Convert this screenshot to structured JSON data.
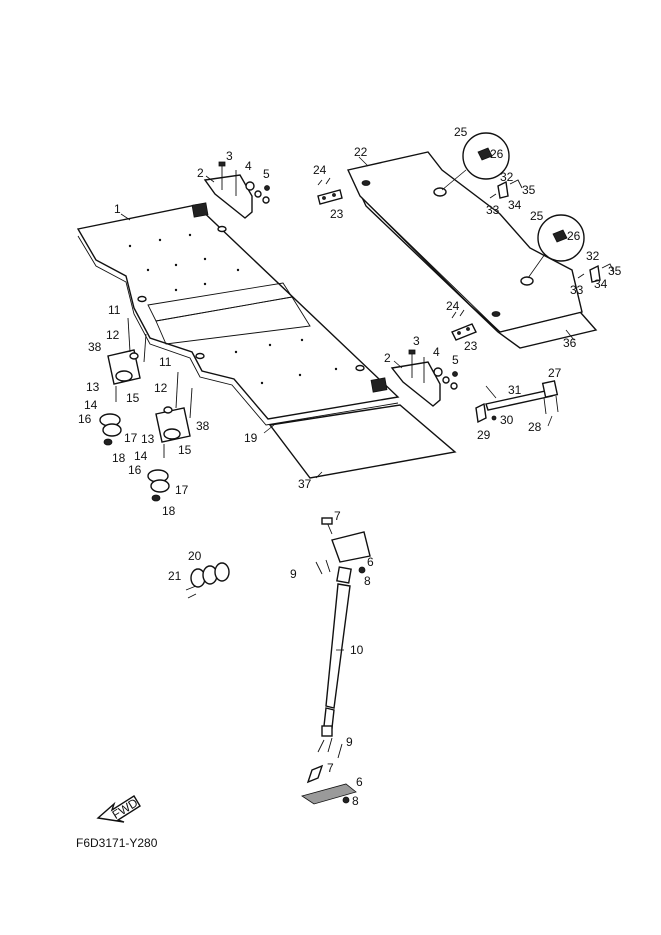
{
  "diagram_code": "F6D3171-Y280",
  "direction_label": "FWD",
  "callouts": [
    {
      "id": "c1",
      "text": "1"
    },
    {
      "id": "c2a",
      "text": "2"
    },
    {
      "id": "c2b",
      "text": "2"
    },
    {
      "id": "c3a",
      "text": "3"
    },
    {
      "id": "c3b",
      "text": "3"
    },
    {
      "id": "c4a",
      "text": "4"
    },
    {
      "id": "c4b",
      "text": "4"
    },
    {
      "id": "c5a",
      "text": "5"
    },
    {
      "id": "c5b",
      "text": "5"
    },
    {
      "id": "c6a",
      "text": "6"
    },
    {
      "id": "c6b",
      "text": "6"
    },
    {
      "id": "c7a",
      "text": "7"
    },
    {
      "id": "c7b",
      "text": "7"
    },
    {
      "id": "c8a",
      "text": "8"
    },
    {
      "id": "c8b",
      "text": "8"
    },
    {
      "id": "c9a",
      "text": "9"
    },
    {
      "id": "c9b",
      "text": "9"
    },
    {
      "id": "c10",
      "text": "10"
    },
    {
      "id": "c11a",
      "text": "11"
    },
    {
      "id": "c11b",
      "text": "11"
    },
    {
      "id": "c12a",
      "text": "12"
    },
    {
      "id": "c12b",
      "text": "12"
    },
    {
      "id": "c13a",
      "text": "13"
    },
    {
      "id": "c13b",
      "text": "13"
    },
    {
      "id": "c14a",
      "text": "14"
    },
    {
      "id": "c14b",
      "text": "14"
    },
    {
      "id": "c15a",
      "text": "15"
    },
    {
      "id": "c15b",
      "text": "15"
    },
    {
      "id": "c16a",
      "text": "16"
    },
    {
      "id": "c16b",
      "text": "16"
    },
    {
      "id": "c17a",
      "text": "17"
    },
    {
      "id": "c17b",
      "text": "17"
    },
    {
      "id": "c18a",
      "text": "18"
    },
    {
      "id": "c18b",
      "text": "18"
    },
    {
      "id": "c19",
      "text": "19"
    },
    {
      "id": "c20",
      "text": "20"
    },
    {
      "id": "c21",
      "text": "21"
    },
    {
      "id": "c22",
      "text": "22"
    },
    {
      "id": "c23a",
      "text": "23"
    },
    {
      "id": "c23b",
      "text": "23"
    },
    {
      "id": "c24a",
      "text": "24"
    },
    {
      "id": "c24b",
      "text": "24"
    },
    {
      "id": "c25a",
      "text": "25"
    },
    {
      "id": "c25b",
      "text": "25"
    },
    {
      "id": "c26a",
      "text": "26"
    },
    {
      "id": "c26b",
      "text": "26"
    },
    {
      "id": "c27",
      "text": "27"
    },
    {
      "id": "c28",
      "text": "28"
    },
    {
      "id": "c29",
      "text": "29"
    },
    {
      "id": "c30",
      "text": "30"
    },
    {
      "id": "c31",
      "text": "31"
    },
    {
      "id": "c32a",
      "text": "32"
    },
    {
      "id": "c32b",
      "text": "32"
    },
    {
      "id": "c33a",
      "text": "33"
    },
    {
      "id": "c33b",
      "text": "33"
    },
    {
      "id": "c34a",
      "text": "34"
    },
    {
      "id": "c34b",
      "text": "34"
    },
    {
      "id": "c35a",
      "text": "35"
    },
    {
      "id": "c35b",
      "text": "35"
    },
    {
      "id": "c36",
      "text": "36"
    },
    {
      "id": "c37",
      "text": "37"
    },
    {
      "id": "c38a",
      "text": "38"
    },
    {
      "id": "c38b",
      "text": "38"
    }
  ]
}
